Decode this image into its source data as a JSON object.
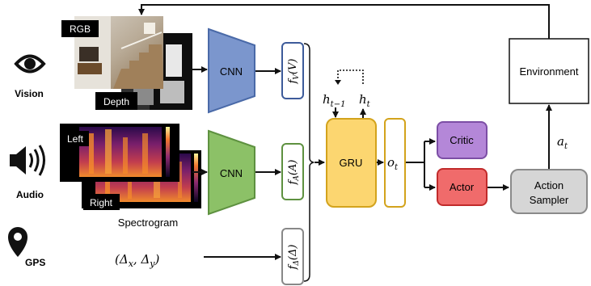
{
  "modalities": {
    "vision": "Vision",
    "audio": "Audio",
    "gps": "GPS"
  },
  "inputs": {
    "rgb": "RGB",
    "depth": "Depth",
    "left": "Left",
    "right": "Right",
    "spectrogram": "Spectrogram",
    "gps_input": "(Δ",
    "gps_x": "x",
    "gps_sep": ", Δ",
    "gps_y": "y",
    "gps_close": ")"
  },
  "encoders": {
    "cnn_vision": "CNN",
    "cnn_audio": "CNN",
    "f_v": "f",
    "f_v_sub": "V",
    "f_v_arg": "(V)",
    "f_a": "f",
    "f_a_sub": "A",
    "f_a_arg": "(A)",
    "f_d": "f",
    "f_d_sub": "Δ",
    "f_d_arg": "(Δ)"
  },
  "core": {
    "gru": "GRU",
    "h_prev": "h",
    "h_prev_sub": "t−1",
    "h_t": "h",
    "h_t_sub": "t",
    "o_t": "o",
    "o_t_sub": "t"
  },
  "heads": {
    "critic": "Critic",
    "actor": "Actor",
    "action_sampler_1": "Action",
    "action_sampler_2": "Sampler",
    "environment": "Environment",
    "a_t": "a",
    "a_t_sub": "t"
  },
  "colors": {
    "cnn_vision": "#7b96cd",
    "cnn_vision_stroke": "#4a6aa8",
    "cnn_audio": "#8cc167",
    "cnn_audio_stroke": "#5e9140",
    "f_v_stroke": "#3d5b9a",
    "f_a_stroke": "#5e9140",
    "f_d_stroke": "#888888",
    "gru_fill": "#fcd670",
    "gru_stroke": "#d3a31c",
    "ot_stroke": "#d3a31c",
    "critic_fill": "#b487d8",
    "critic_stroke": "#7c4ea5",
    "actor_fill": "#f06b6b",
    "actor_stroke": "#c12b2b",
    "sampler_fill": "#d6d6d6",
    "sampler_stroke": "#8a8a8a"
  }
}
